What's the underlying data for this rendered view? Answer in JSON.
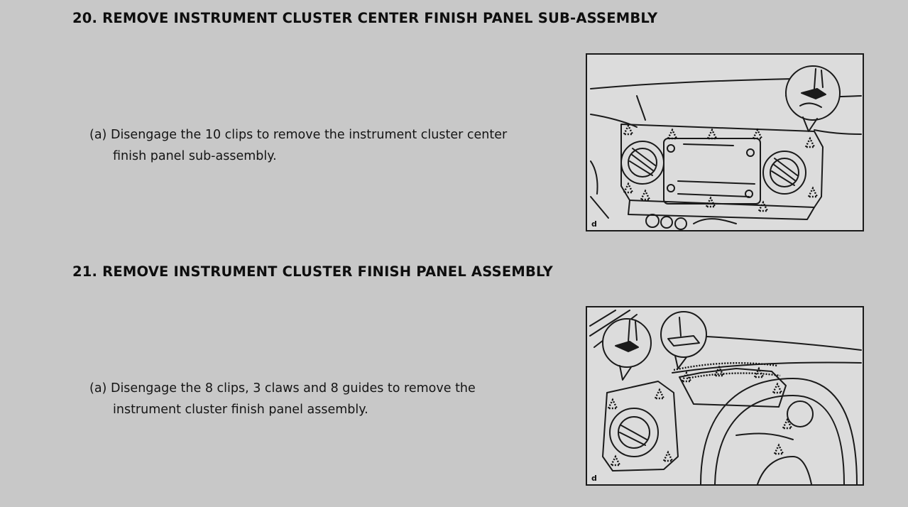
{
  "sections": [
    {
      "heading": "20. REMOVE INSTRUMENT CLUSTER CENTER FINISH PANEL SUB-ASSEMBLY",
      "step_marker": "(a)",
      "step_line1": "Disengage the 10 clips to remove the instrument cluster center",
      "step_line2": "finish panel sub-assembly.",
      "figure_tag": "d"
    },
    {
      "heading": "21. REMOVE INSTRUMENT CLUSTER FINISH PANEL ASSEMBLY",
      "step_marker": "(a)",
      "step_line1": "Disengage the 8 clips, 3 claws and 8 guides to remove the",
      "step_line2": "instrument cluster finish panel assembly.",
      "figure_tag": "d"
    }
  ]
}
